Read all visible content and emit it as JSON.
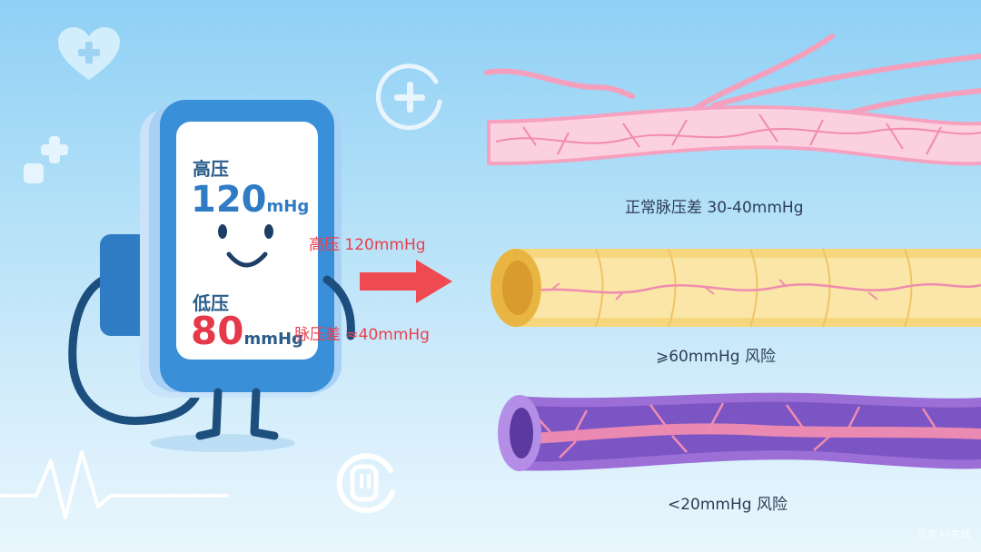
{
  "monitor": {
    "systolic_label": "高压",
    "systolic_value": "120",
    "systolic_unit": "mHg",
    "diastolic_label": "低压",
    "diastolic_value": "80",
    "diastolic_unit": "mmHg"
  },
  "annotations": {
    "systolic_note": "高压  120mmHg",
    "pulse_note": "脉压差 ≈40mmHg"
  },
  "vessels": [
    {
      "caption": "正常脉压差 30-40mmHg",
      "color": "#f6a1c0"
    },
    {
      "caption": "⩾60mmHg  风险",
      "color": "#f7d77e"
    },
    {
      "caption": "<20mmHg 风险",
      "color": "#9b6fd6"
    }
  ],
  "watermark": "豆包AI生成",
  "colors": {
    "accent_blue": "#3a8fd9",
    "accent_red": "#e8404f",
    "arrow_red": "#ef4a52"
  },
  "icons": [
    "heart-plus-icon",
    "plus-circle-icon",
    "sparkle-plus-icon",
    "heartbeat-line-icon",
    "pressure-cuff-icon",
    "right-arrow-icon"
  ]
}
